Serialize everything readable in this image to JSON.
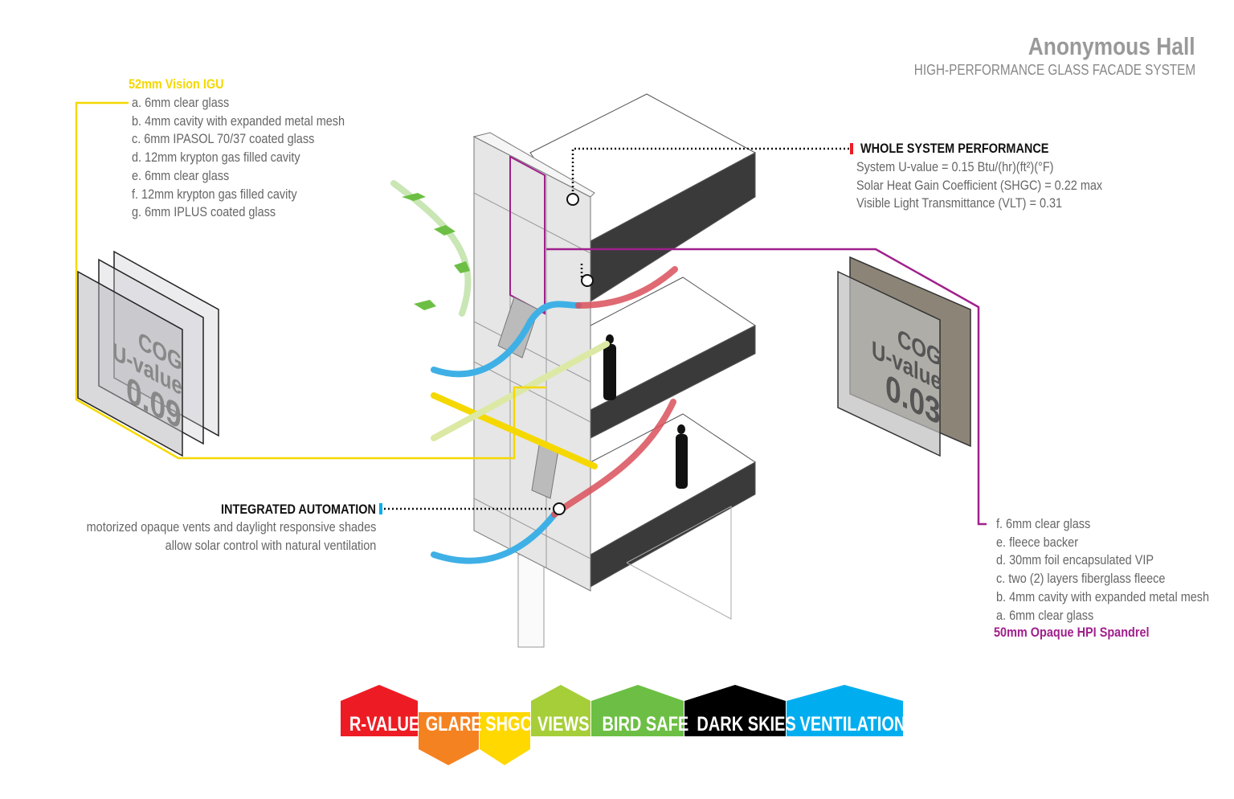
{
  "header": {
    "title": "Anonymous Hall",
    "subtitle": "HIGH-PERFORMANCE GLASS FACADE SYSTEM"
  },
  "vision_igu": {
    "title": "52mm Vision IGU",
    "color": "#f5d800",
    "layers": [
      "a. 6mm clear glass",
      "b. 4mm cavity with expanded metal mesh",
      "c. 6mm IPASOL 70/37 coated glass",
      "d. 12mm krypton gas filled cavity",
      "e. 6mm clear glass",
      "f.  12mm krypton gas filled cavity",
      "g. 6mm IPLUS coated glass"
    ],
    "panel": {
      "line1": "COG",
      "line2": "U-value",
      "value": "0.09"
    }
  },
  "whole_system": {
    "title": "WHOLE SYSTEM PERFORMANCE",
    "lines": [
      "System U-value = 0.15 Btu/(hr)(ft²)(°F)",
      "Solar Heat Gain Coefficient (SHGC) = 0.22 max",
      "Visible Light Transmittance (VLT) = 0.31"
    ]
  },
  "automation": {
    "title": "INTEGRATED AUTOMATION",
    "lines": [
      "motorized opaque vents and daylight responsive shades",
      "allow solar control with natural ventilation"
    ]
  },
  "spandrel": {
    "title": "50mm Opaque HPI Spandrel",
    "color": "#a0208c",
    "layers": [
      "f. 6mm clear glass",
      "e. fleece backer",
      "d. 30mm foil encapsulated VIP",
      "c. two (2) layers fiberglass fleece",
      "b. 4mm cavity with expanded metal mesh",
      "a. 6mm clear glass"
    ],
    "panel": {
      "line1": "COG",
      "line2": "U-value",
      "value": "0.03"
    }
  },
  "badges": [
    {
      "label": "R-VALUE",
      "color": "#ed1c24"
    },
    {
      "label": "GLARE",
      "color": "#f58220"
    },
    {
      "label": "SHGC",
      "color": "#ffd800"
    },
    {
      "label": "VIEWS",
      "color": "#a6ce39"
    },
    {
      "label": "BIRD SAFE",
      "color": "#6cbf44"
    },
    {
      "label": "DARK SKIES",
      "color": "#000000"
    },
    {
      "label": "VENTILATION",
      "color": "#00aeef"
    }
  ]
}
